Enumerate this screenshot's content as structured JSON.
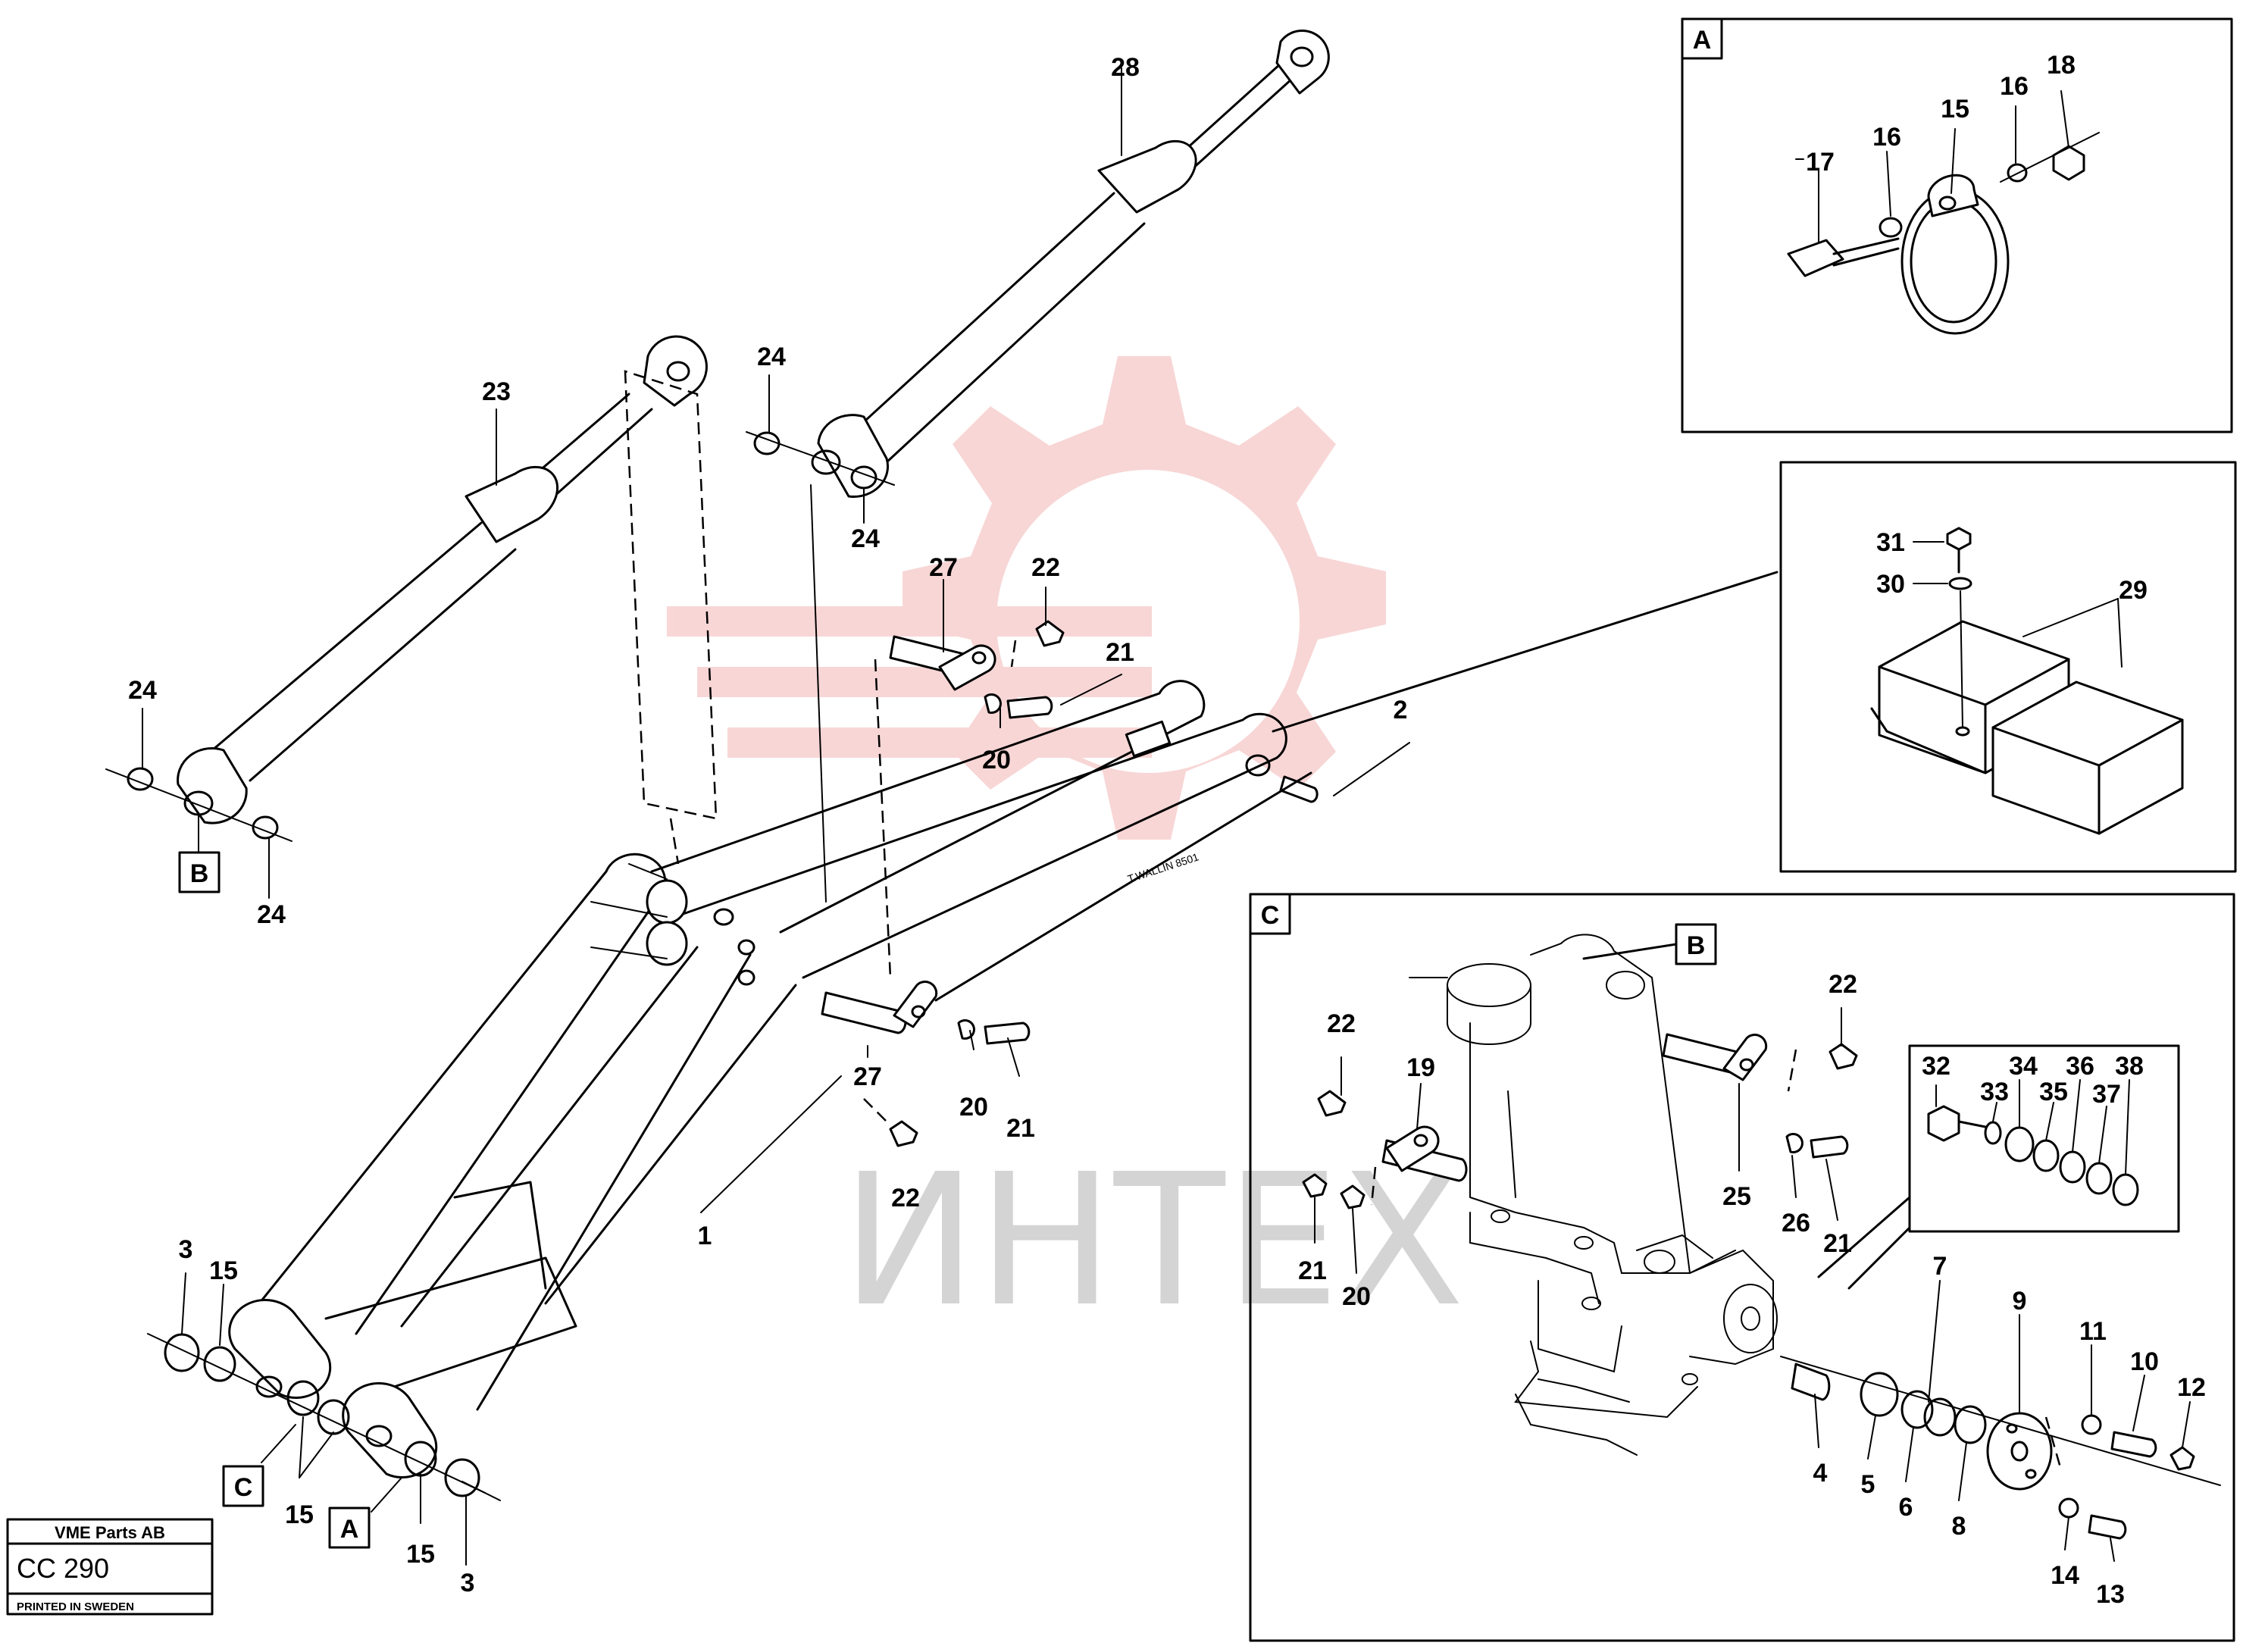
{
  "watermark": {
    "text": "ИНТЕХ",
    "gear_color": "#f4b6b6",
    "text_color": "#d4d4d4"
  },
  "title_block": {
    "company": "VME Parts AB",
    "code": "CC 290",
    "printed": "PRINTED IN SWEDEN"
  },
  "detail_boxes": {
    "a": {
      "letter": "A"
    },
    "c": {
      "letter": "C"
    }
  },
  "markers": {
    "b_cylinder": "B",
    "a_arm": "A",
    "c_arm": "C",
    "b_detail": "B"
  },
  "callouts": {
    "main": [
      {
        "id": "c28",
        "text": "28"
      },
      {
        "id": "c23",
        "text": "23"
      },
      {
        "id": "c24a",
        "text": "24"
      },
      {
        "id": "c24b",
        "text": "24"
      },
      {
        "id": "c24c",
        "text": "24"
      },
      {
        "id": "c24d",
        "text": "24"
      },
      {
        "id": "c27a",
        "text": "27"
      },
      {
        "id": "c22a",
        "text": "22"
      },
      {
        "id": "c21a",
        "text": "21"
      },
      {
        "id": "c20a",
        "text": "20"
      },
      {
        "id": "c2",
        "text": "2"
      },
      {
        "id": "c27b",
        "text": "27"
      },
      {
        "id": "c20b",
        "text": "20"
      },
      {
        "id": "c21b",
        "text": "21"
      },
      {
        "id": "c22b",
        "text": "22"
      },
      {
        "id": "c1",
        "text": "1"
      },
      {
        "id": "c3a",
        "text": "3"
      },
      {
        "id": "c15a",
        "text": "15"
      },
      {
        "id": "c15b",
        "text": "15"
      },
      {
        "id": "c15c",
        "text": "15"
      },
      {
        "id": "c3b",
        "text": "3"
      }
    ],
    "detail_a": [
      {
        "id": "a17",
        "text": "17"
      },
      {
        "id": "a16a",
        "text": "16"
      },
      {
        "id": "a15",
        "text": "15"
      },
      {
        "id": "a16b",
        "text": "16"
      },
      {
        "id": "a18",
        "text": "18"
      }
    ],
    "detail_29": [
      {
        "id": "d31",
        "text": "31"
      },
      {
        "id": "d30",
        "text": "30"
      },
      {
        "id": "d29",
        "text": "29"
      }
    ],
    "detail_c": [
      {
        "id": "e22a",
        "text": "22"
      },
      {
        "id": "e19",
        "text": "19"
      },
      {
        "id": "e21a",
        "text": "21"
      },
      {
        "id": "e20",
        "text": "20"
      },
      {
        "id": "e22b",
        "text": "22"
      },
      {
        "id": "e25",
        "text": "25"
      },
      {
        "id": "e26",
        "text": "26"
      },
      {
        "id": "e21b",
        "text": "21"
      },
      {
        "id": "e32",
        "text": "32"
      },
      {
        "id": "e33",
        "text": "33"
      },
      {
        "id": "e34",
        "text": "34"
      },
      {
        "id": "e35",
        "text": "35"
      },
      {
        "id": "e36",
        "text": "36"
      },
      {
        "id": "e37",
        "text": "37"
      },
      {
        "id": "e38",
        "text": "38"
      },
      {
        "id": "e7",
        "text": "7"
      },
      {
        "id": "e9",
        "text": "9"
      },
      {
        "id": "e11",
        "text": "11"
      },
      {
        "id": "e10",
        "text": "10"
      },
      {
        "id": "e12",
        "text": "12"
      },
      {
        "id": "e4",
        "text": "4"
      },
      {
        "id": "e5",
        "text": "5"
      },
      {
        "id": "e6",
        "text": "6"
      },
      {
        "id": "e8",
        "text": "8"
      },
      {
        "id": "e14",
        "text": "14"
      },
      {
        "id": "e13",
        "text": "13"
      }
    ]
  }
}
